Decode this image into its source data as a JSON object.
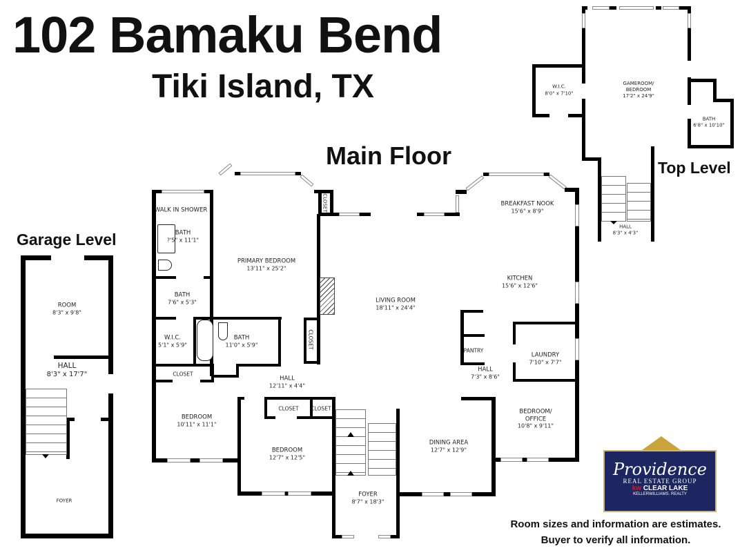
{
  "header": {
    "address": "102 Bamaku Bend",
    "city_state": "Tiki Island, TX"
  },
  "levels": {
    "main": {
      "label": "Main Floor",
      "rooms": [
        {
          "name": "WALK IN SHOWER",
          "size": ""
        },
        {
          "name": "BATH",
          "size": "?'5\" x 11'1\""
        },
        {
          "name": "PRIMARY BEDROOM",
          "size": "13'11\" x 25'2\""
        },
        {
          "name": "CLOSET",
          "size": ""
        },
        {
          "name": "BATH",
          "size": "7'6\" x 5'3\""
        },
        {
          "name": "W.I.C.",
          "size": "5'1\" x 5'9\""
        },
        {
          "name": "BATH",
          "size": "11'0\" x 5'9\""
        },
        {
          "name": "CLOSET",
          "size": ""
        },
        {
          "name": "CLOSET",
          "size": ""
        },
        {
          "name": "HALL",
          "size": "12'11\" x 4'4\""
        },
        {
          "name": "BEDROOM",
          "size": "10'11\" x 11'1\""
        },
        {
          "name": "CLOSET",
          "size": ""
        },
        {
          "name": "CLOSET",
          "size": ""
        },
        {
          "name": "BEDROOM",
          "size": "12'7\" x 12'5\""
        },
        {
          "name": "LIVING ROOM",
          "size": "18'11\" x 24'4\""
        },
        {
          "name": "BREAKFAST NOOK",
          "size": "15'6\" x 8'9\""
        },
        {
          "name": "KITCHEN",
          "size": "15'6\" x 12'6\""
        },
        {
          "name": "PANTRY",
          "size": ""
        },
        {
          "name": "HALL",
          "size": "7'3\" x 8'6\""
        },
        {
          "name": "LAUNDRY",
          "size": "7'10\" x 7'7\""
        },
        {
          "name": "BEDROOM/ OFFICE",
          "size": "10'8\" x 9'11\""
        },
        {
          "name": "DINING AREA",
          "size": "12'7\" x 12'9\""
        },
        {
          "name": "FOYER",
          "size": "8'7\" x 18'3\""
        }
      ]
    },
    "garage": {
      "label": "Garage Level",
      "rooms": [
        {
          "name": "ROOM",
          "size": "8'3\" x 9'8\""
        },
        {
          "name": "HALL",
          "size": "8'3\" x 17'7\""
        },
        {
          "name": "FOYER",
          "size": ""
        }
      ]
    },
    "top": {
      "label": "Top Level",
      "rooms": [
        {
          "name": "W.I.C.",
          "size": "8'0\" x 7'10\""
        },
        {
          "name": "GAMEROOM/ BEDROOM",
          "size": "17'2\" x 24'9\""
        },
        {
          "name": "BATH",
          "size": "6'8\" x 10'10\""
        },
        {
          "name": "HALL",
          "size": "8'3\" x 4'3\""
        }
      ]
    }
  },
  "logo": {
    "brand": "Providence",
    "subtitle": "REAL ESTATE GROUP",
    "kw": "kw",
    "office": "CLEAR LAKE",
    "realty": "KELLERWILLIAMS. REALTY",
    "colors": {
      "navy": "#1d2660",
      "gold": "#c9a43a",
      "kw_red": "#d71920"
    }
  },
  "disclaimer": {
    "line1": "Room sizes and information are estimates.",
    "line2": "Buyer to verify all information."
  }
}
